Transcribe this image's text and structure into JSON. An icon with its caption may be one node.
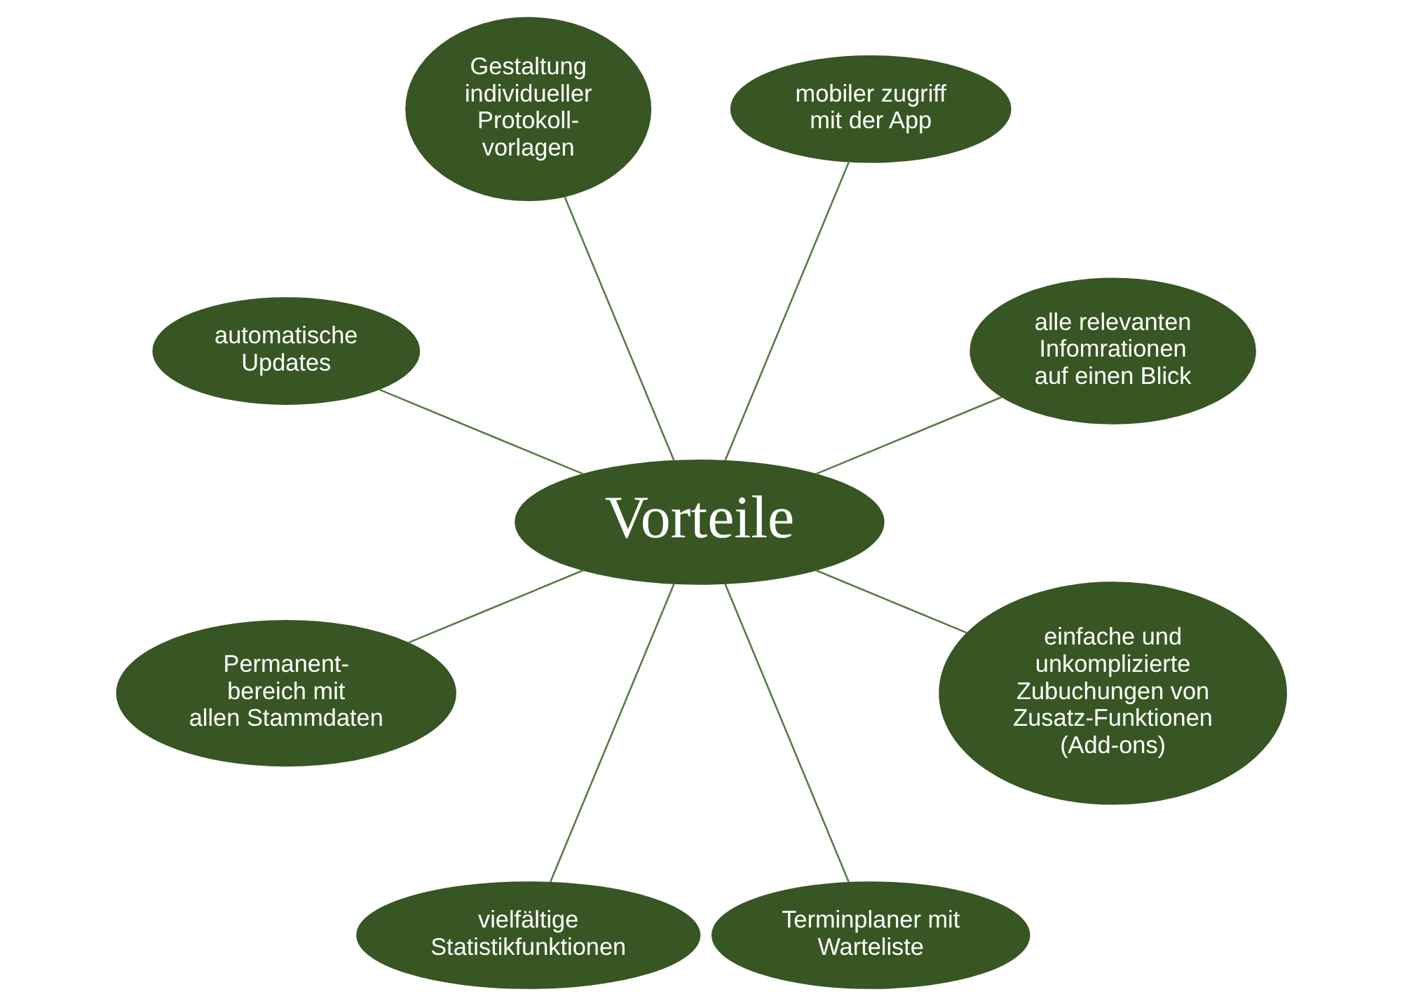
{
  "diagram": {
    "nodes": [
      {
        "text": [
          "Vorteile"
        ]
      },
      {
        "text": [
          "alle relevanten Infomrationen auf einen Blick"
        ]
      },
      {
        "text": [
          "mobiler zugriff mit der App"
        ]
      },
      {
        "text": [
          "Gestaltung individueller Protokoll- vorlagen"
        ]
      },
      {
        "text": [
          "automatische Updates"
        ]
      },
      {
        "text": [
          "Permanent- bereich mit allen Stammdaten"
        ]
      },
      {
        "text": [
          "vielfältige Statistikfunktionen"
        ]
      },
      {
        "text": [
          "Terminplaner mit Warteliste"
        ]
      },
      {
        "text": [
          "einfache und unkomplizierte Zubuchungen von Zusatz-Funktionen (Add-ons)"
        ]
      }
    ],
    "edges": [
      {
        "from": 0,
        "to": 1,
        "arrow": "none"
      },
      {
        "from": 0,
        "to": 2,
        "arrow": "none"
      },
      {
        "from": 0,
        "to": 3,
        "arrow": "none"
      },
      {
        "from": 0,
        "to": 4,
        "arrow": "none"
      },
      {
        "from": 0,
        "to": 5,
        "arrow": "none"
      },
      {
        "from": 0,
        "to": 6,
        "arrow": "none"
      },
      {
        "from": 0,
        "to": 7,
        "arrow": "none"
      },
      {
        "from": 0,
        "to": 8,
        "arrow": "none"
      }
    ]
  }
}
